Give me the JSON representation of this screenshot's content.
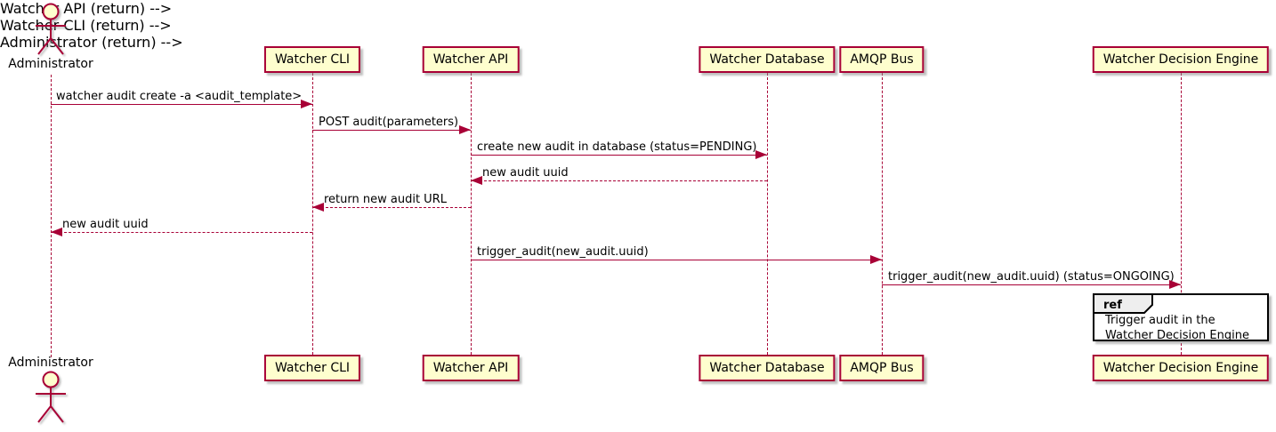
{
  "diagram": {
    "type": "sequence-diagram",
    "actor": {
      "name": "Administrator"
    },
    "participants": [
      {
        "name": "Watcher CLI"
      },
      {
        "name": "Watcher API"
      },
      {
        "name": "Watcher Database"
      },
      {
        "name": "AMQP Bus"
      },
      {
        "name": "Watcher Decision Engine"
      }
    ],
    "messages": [
      {
        "from": "Administrator",
        "to": "Watcher CLI",
        "style": "solid",
        "label": "watcher audit create -a <audit_template>"
      },
      {
        "from": "Watcher CLI",
        "to": "Watcher API",
        "style": "solid",
        "label": "POST audit(parameters)"
      },
      {
        "from": "Watcher API",
        "to": "Watcher Database",
        "style": "solid",
        "label": "create new audit in database (status=PENDING)"
      },
      {
        "from": "Watcher Database",
        "to": "Watcher API",
        "style": "dashed",
        "label": "new audit uuid"
      },
      {
        "from": "Watcher API",
        "to": "Watcher CLI",
        "style": "dashed",
        "label": "return new audit URL"
      },
      {
        "from": "Watcher CLI",
        "to": "Administrator",
        "style": "dashed",
        "label": "new audit uuid"
      },
      {
        "from": "Watcher API",
        "to": "AMQP Bus",
        "style": "solid",
        "label": "trigger_audit(new_audit.uuid)"
      },
      {
        "from": "AMQP Bus",
        "to": "Watcher Decision Engine",
        "style": "solid",
        "label": "trigger_audit(new_audit.uuid) (status=ONGOING)"
      }
    ],
    "ref": {
      "keyword": "ref",
      "lines": [
        "Trigger audit in the",
        "Watcher Decision Engine"
      ]
    },
    "colors": {
      "participant_fill": "#FEFECE",
      "participant_border": "#A80036",
      "arrow": "#A80036",
      "lifeline": "#A80036",
      "ref_border": "#000000",
      "ref_tab_fill": "#EEEEEE",
      "text": "#000000",
      "background": "#FFFFFF"
    }
  }
}
